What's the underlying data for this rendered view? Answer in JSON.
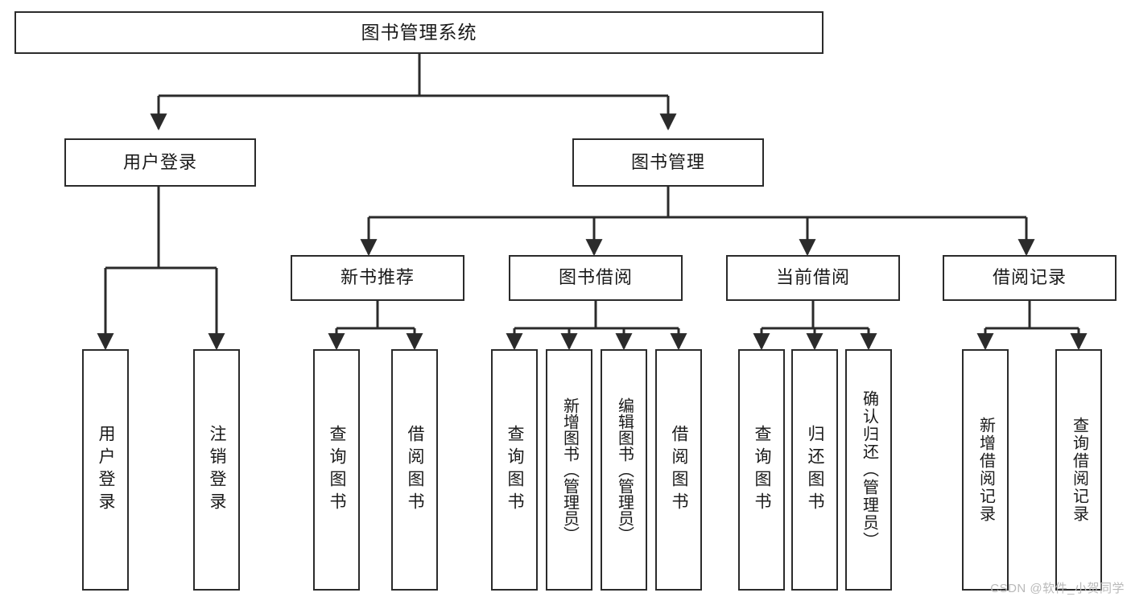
{
  "diagram": {
    "title": "图书管理系统",
    "type": "tree-hierarchy-chart",
    "root": {
      "id": "root",
      "label": "图书管理系统"
    },
    "level2": [
      {
        "id": "user-login",
        "label": "用户登录"
      },
      {
        "id": "book-manage",
        "label": "图书管理"
      }
    ],
    "level3": [
      {
        "id": "new-book-recommend",
        "label": "新书推荐",
        "parent": "book-manage"
      },
      {
        "id": "book-borrow",
        "label": "图书借阅",
        "parent": "book-manage"
      },
      {
        "id": "current-borrow",
        "label": "当前借阅",
        "parent": "book-manage"
      },
      {
        "id": "borrow-record",
        "label": "借阅记录",
        "parent": "book-manage"
      }
    ],
    "leaves": {
      "user_login": [
        {
          "id": "leaf-user-login",
          "label": "用户登录"
        },
        {
          "id": "leaf-logout",
          "label": "注销登录"
        }
      ],
      "new_book_recommend": [
        {
          "id": "leaf-query-book-1",
          "label": "查询图书"
        },
        {
          "id": "leaf-borrow-book-1",
          "label": "借阅图书"
        }
      ],
      "book_borrow": [
        {
          "id": "leaf-query-book-2",
          "label": "查询图书"
        },
        {
          "id": "leaf-add-book",
          "label": "新增图书（管理员）"
        },
        {
          "id": "leaf-edit-book",
          "label": "编辑图书（管理员）"
        },
        {
          "id": "leaf-borrow-book-2",
          "label": "借阅图书"
        }
      ],
      "current_borrow": [
        {
          "id": "leaf-query-book-3",
          "label": "查询图书"
        },
        {
          "id": "leaf-return-book",
          "label": "归还图书"
        },
        {
          "id": "leaf-confirm-return",
          "label": "确认归还（管理员）"
        }
      ],
      "borrow_record": [
        {
          "id": "leaf-add-record",
          "label": "新增借阅记录"
        },
        {
          "id": "leaf-query-record",
          "label": "查询借阅记录"
        }
      ]
    }
  },
  "watermark": {
    "text": "CSDN @软件_小贺同学"
  },
  "colors": {
    "stroke": "#2b2b2b",
    "fill": "#ffffff",
    "text": "#1a1a1a",
    "watermark": "#b9b9b9"
  }
}
